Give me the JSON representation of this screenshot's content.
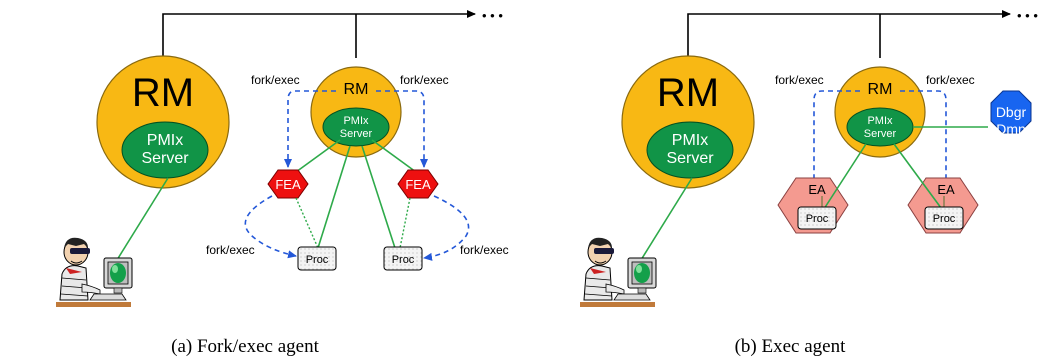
{
  "panel_a": {
    "caption": "(a) Fork/exec agent",
    "rm_left": {
      "label": "RM",
      "server": [
        "PMIx",
        "Server"
      ]
    },
    "rm_right": {
      "label": "RM",
      "server": [
        "PMIx",
        "Server"
      ]
    },
    "agent_left": "FEA",
    "agent_right": "FEA",
    "proc_left": "Proc",
    "proc_right": "Proc",
    "fork_top_left": "fork/exec",
    "fork_top_right": "fork/exec",
    "fork_bottom_left": "fork/exec",
    "fork_bottom_right": "fork/exec",
    "ellipsis": "• • •"
  },
  "panel_b": {
    "caption": "(b) Exec agent",
    "rm_left": {
      "label": "RM",
      "server": [
        "PMIx",
        "Server"
      ]
    },
    "rm_right": {
      "label": "RM",
      "server": [
        "PMIx",
        "Server"
      ]
    },
    "agent_left": "EA",
    "agent_right": "EA",
    "proc_left": "Proc",
    "proc_right": "Proc",
    "debugger": [
      "Dbgr",
      "Dmn"
    ],
    "fork_top_left": "fork/exec",
    "fork_top_right": "fork/exec",
    "ellipsis": "• • •"
  },
  "colors": {
    "rm": "#f8b814",
    "server": "#119447",
    "fea": "#ee1010",
    "ea": "#f49a90",
    "debugger": "#1865f0",
    "green_line": "#2eaa4a",
    "blue_dash": "#2458d8",
    "proc_fill": "#f2f2f2"
  }
}
